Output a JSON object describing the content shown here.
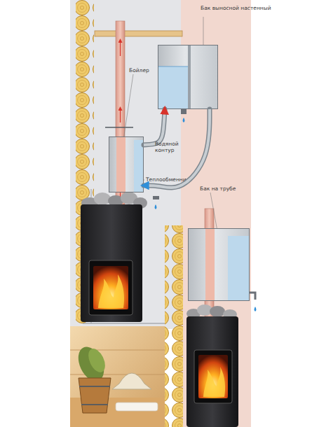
{
  "diagram": {
    "nodes": [
      {
        "text": [
          "Бак выносной настенный"
        ]
      },
      {
        "text": [
          "Бойлер",
          "Теплообменник"
        ]
      },
      {
        "text": [
          "Бак на трубе"
        ]
      }
    ],
    "edges": [
      {
        "from": 1,
        "to": 0,
        "arrow": "to"
      },
      {
        "from": 0,
        "to": 1,
        "arrow": "to",
        "label": "Водяной контур"
      }
    ]
  }
}
